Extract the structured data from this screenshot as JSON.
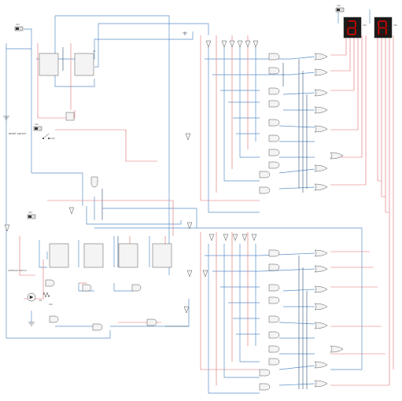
{
  "circuit": {
    "switches": [
      {
        "label": "U21"
      },
      {
        "label": "U22"
      },
      {
        "label": "U23"
      },
      {
        "label": "U24"
      }
    ],
    "displays": [
      {
        "label": "U25"
      },
      {
        "label": "U26"
      }
    ],
    "texts": {
      "reset_switch": "RESET SWITCH",
      "overflow_switch": "OVERFLOW SWITCH",
      "r1": "R1",
      "u20": "U20",
      "u2": "U2"
    },
    "colors": {
      "wire_blue": "#5b8fc7",
      "wire_red": "#e36b6b",
      "wire_dark": "#2e4f72",
      "component": "#555555",
      "display_bg": "#1a1a1a",
      "segment_on": "#e00000"
    },
    "icons": [
      "d-flip-flop-icon",
      "and-gate-icon",
      "or-gate-icon",
      "not-gate-icon",
      "seven-segment-display-icon",
      "toggle-switch-icon",
      "push-button-icon",
      "resistor-icon",
      "led-icon",
      "ground-icon"
    ]
  }
}
